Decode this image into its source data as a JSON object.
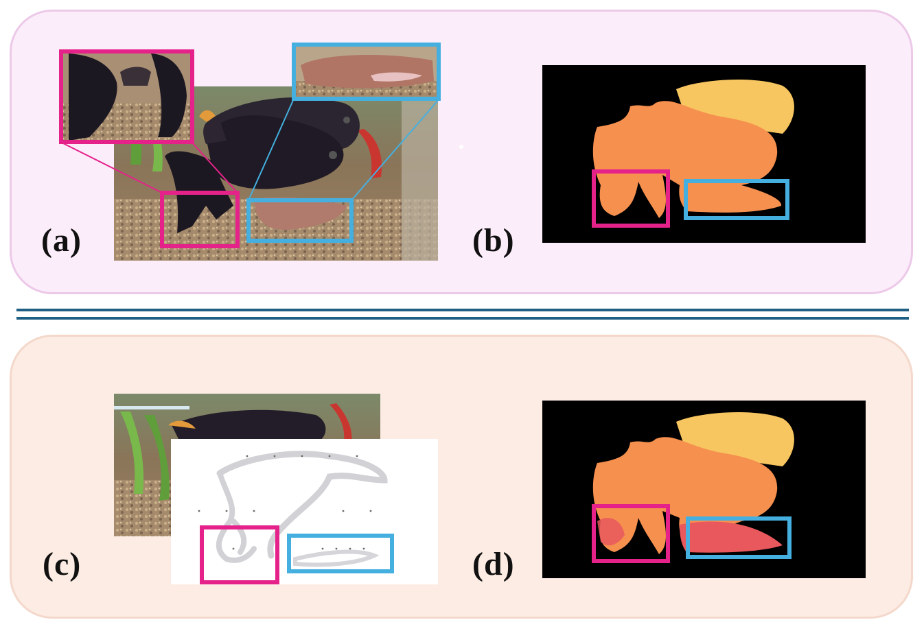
{
  "labels": {
    "a": "(a)",
    "b": "(b)",
    "c": "(c)",
    "d": "(d)"
  },
  "colors": {
    "highlight_magenta": "#e5228a",
    "highlight_blue": "#45b0e0",
    "mask_body": "#f6904f",
    "mask_fin": "#f8c660",
    "mask_error": "#e8585d",
    "divider": "#1f5f84"
  }
}
